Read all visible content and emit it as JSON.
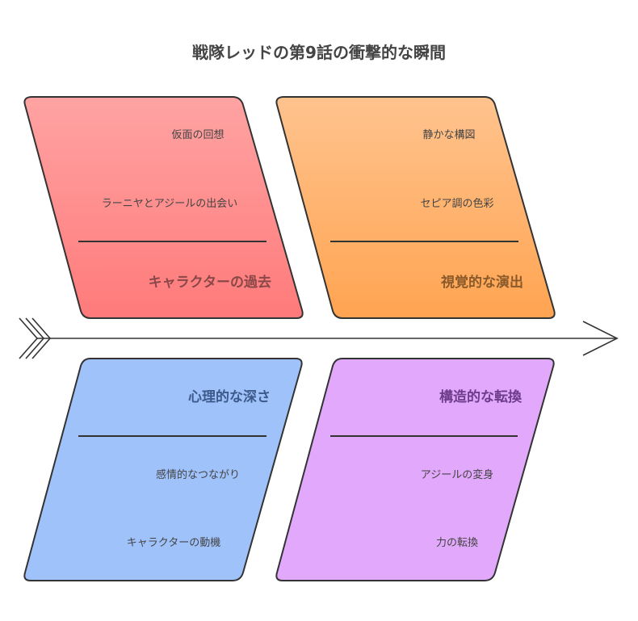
{
  "title": "戦隊レッドの第9話の衝撃的な瞬間",
  "colors": {
    "red_top": "#ffa3a3",
    "red_bottom": "#ff7a7a",
    "red_text": "#8a4747",
    "orange_top": "#ffc38e",
    "orange_bottom": "#ffa451",
    "orange_text": "#8a5a2b",
    "blue_top": "#9fc2fb",
    "blue_bottom": "#9fc2fb",
    "blue_text": "#3d5a8a",
    "purple_top": "#e1a8fb",
    "purple_bottom": "#e1a8fb",
    "purple_text": "#6e3d8a",
    "outline": "#333333"
  },
  "categories": [
    {
      "label": "キャラクターの過去",
      "items": [
        "仮面の回想",
        "ラーニヤとアジールの出会い"
      ]
    },
    {
      "label": "視覚的な演出",
      "items": [
        "静かな構図",
        "セピア調の色彩"
      ]
    },
    {
      "label": "心理的な深さ",
      "items": [
        "感情的なつながり",
        "キャラクターの動機"
      ]
    },
    {
      "label": "構造的な転換",
      "items": [
        "アジールの変身",
        "力の転換"
      ]
    }
  ]
}
